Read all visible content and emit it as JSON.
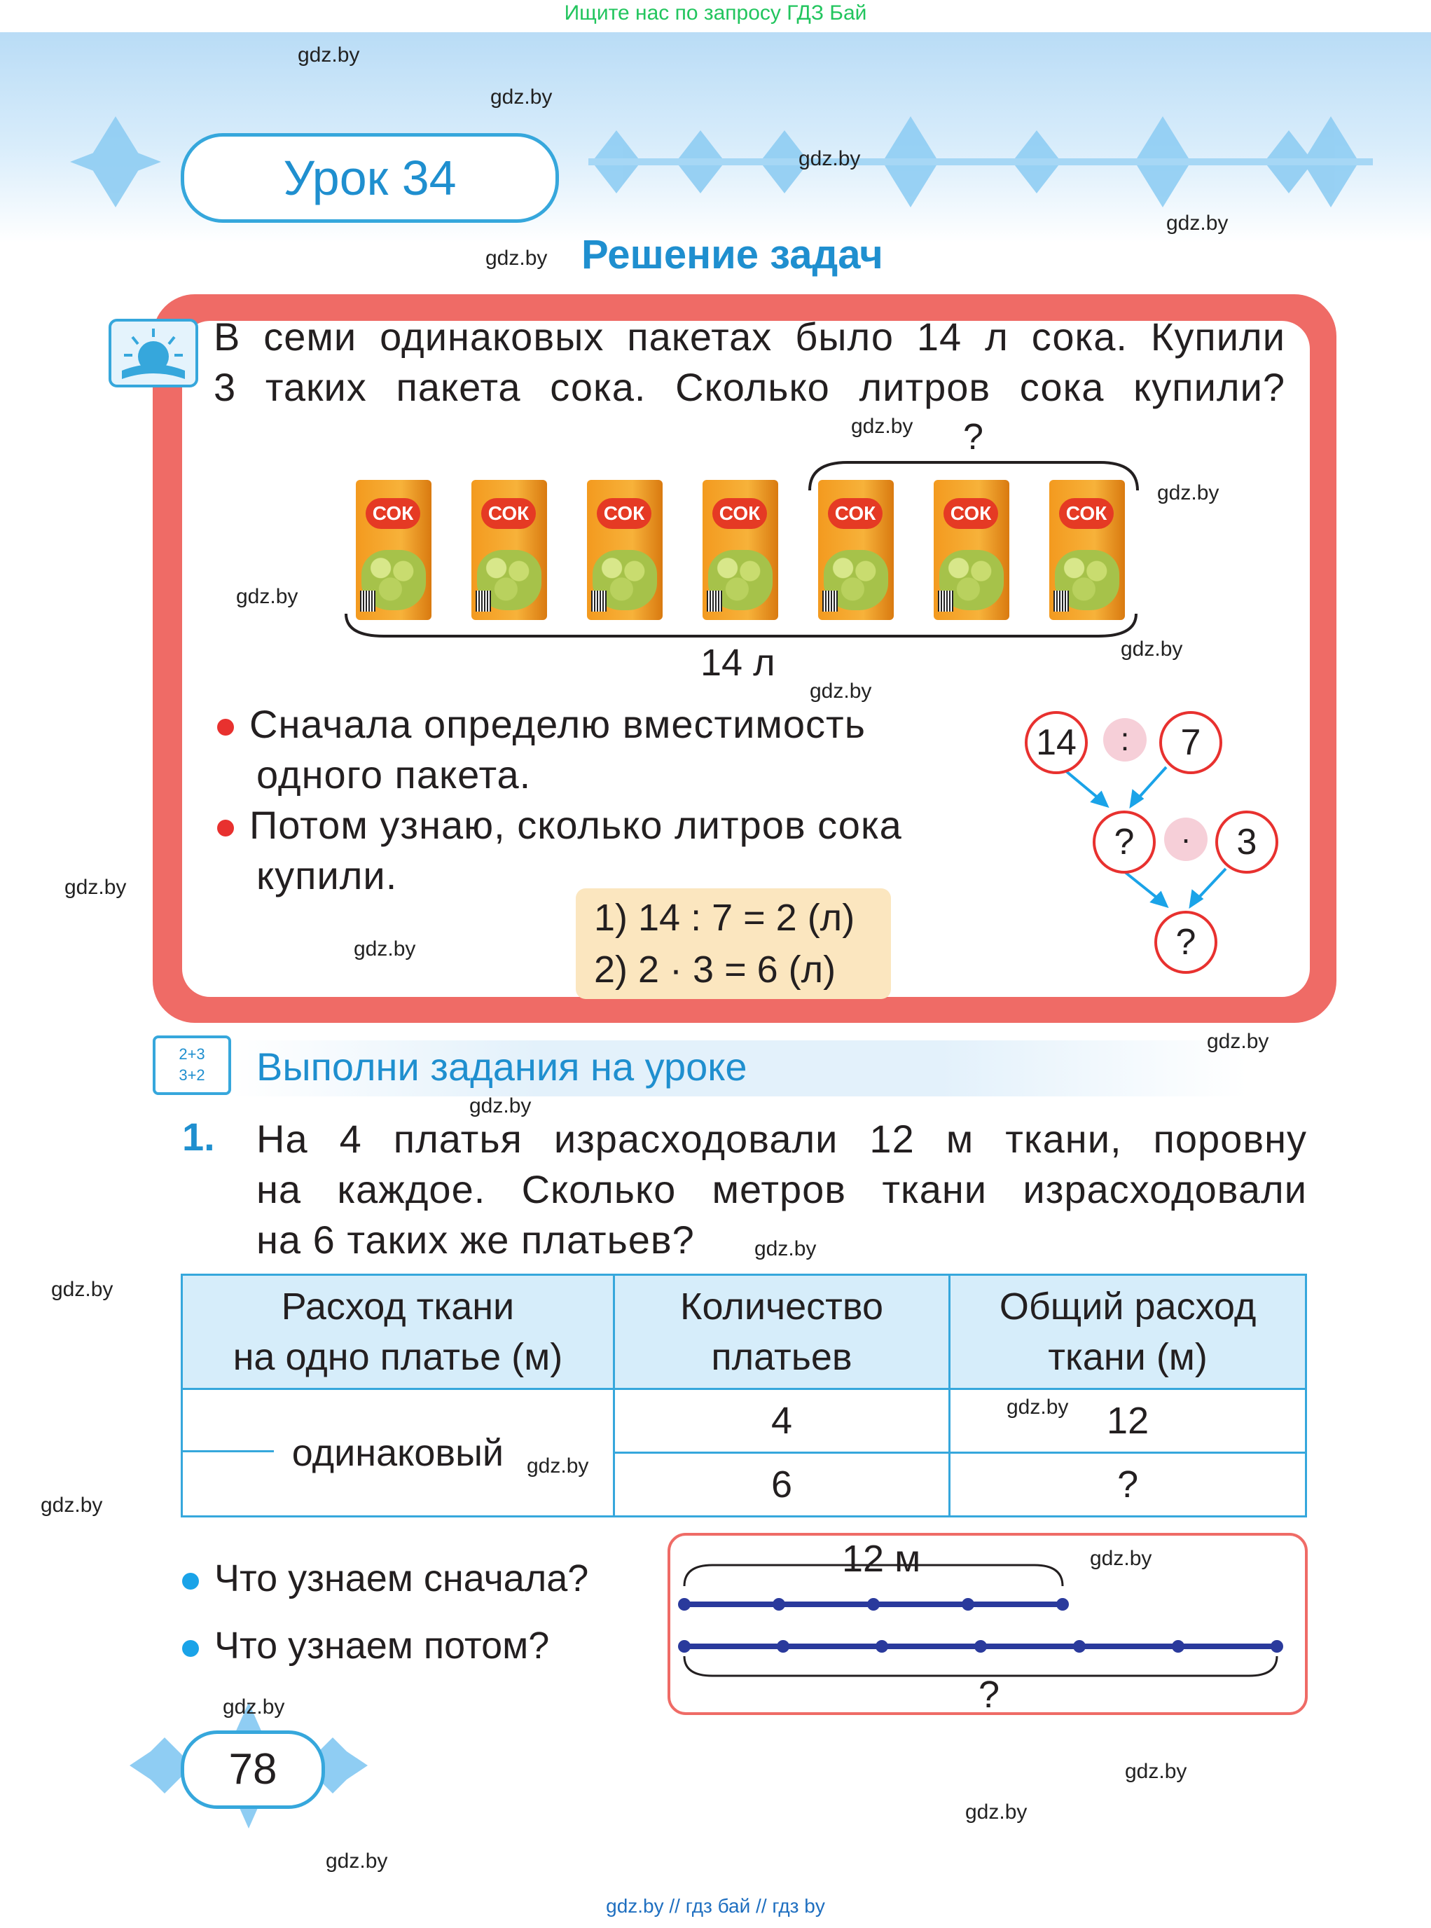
{
  "top_note": "Ищите нас по запросу ГДЗ Бай",
  "watermark": "gdz.by",
  "lesson": "Урок 34",
  "topic": "Решение задач",
  "example": {
    "line1": "В семи одинаковых пакетах было 14 л сока. Купили",
    "line2": "3 таких пакета сока. Сколько литров сока купили?",
    "carton_label": "СОК",
    "bracket_question": "?",
    "total_label": "14 л",
    "bullet1_line1": "Сначала определю вместимость",
    "bullet1_line2": "одного пакета.",
    "bullet2_line1": "Потом узнаю, сколько литров сока",
    "bullet2_line2": "купили.",
    "step1": "1) 14 : 7 = 2 (л)",
    "step2": "2) 2 · 3 = 6 (л)",
    "tree": {
      "a": "14",
      "op1": ":",
      "b": "7",
      "c": "?",
      "op2": "·",
      "d": "3",
      "result": "?"
    }
  },
  "tasks_header": "Выполни задания на уроке",
  "board_icon": {
    "line1": "2+3",
    "line2": "3+2"
  },
  "task1": {
    "number": "1.",
    "line1": "На 4 платья израсходовали 12 м ткани, поровну",
    "line2": "на каждое. Сколько метров ткани израсходовали",
    "line3": "на 6 таких же платьев?"
  },
  "table": {
    "h1_line1": "Расход ткани",
    "h1_line2": "на одно платье (м)",
    "h2_line1": "Количество",
    "h2_line2": "платьев",
    "h3_line1": "Общий расход",
    "h3_line2": "ткани (м)",
    "same": "одинаковый",
    "r1c2": "4",
    "r1c3": "12",
    "r2c2": "6",
    "r2c3": "?"
  },
  "questions": {
    "q1": "Что узнаем сначала?",
    "q2": "Что узнаем потом?"
  },
  "segment": {
    "top_label": "12 м",
    "bottom_label": "?"
  },
  "page_number": "78",
  "footer": "gdz.by  //  гдз бай  //  гдз by"
}
